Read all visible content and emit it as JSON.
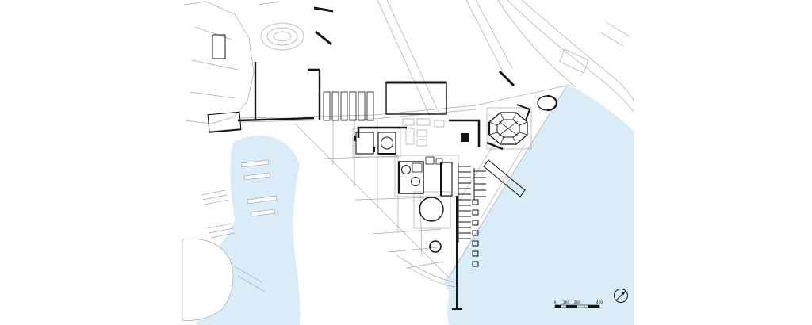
{
  "map": {
    "colors": {
      "water": "#d9ecf8",
      "context_line": "#a9a9a9",
      "ink": "#141414",
      "background": "#ffffff"
    },
    "scale_bar": {
      "labels": [
        "0",
        "100",
        "200",
        "400"
      ]
    },
    "icons": {
      "north_arrow": "compass-north-icon"
    }
  }
}
